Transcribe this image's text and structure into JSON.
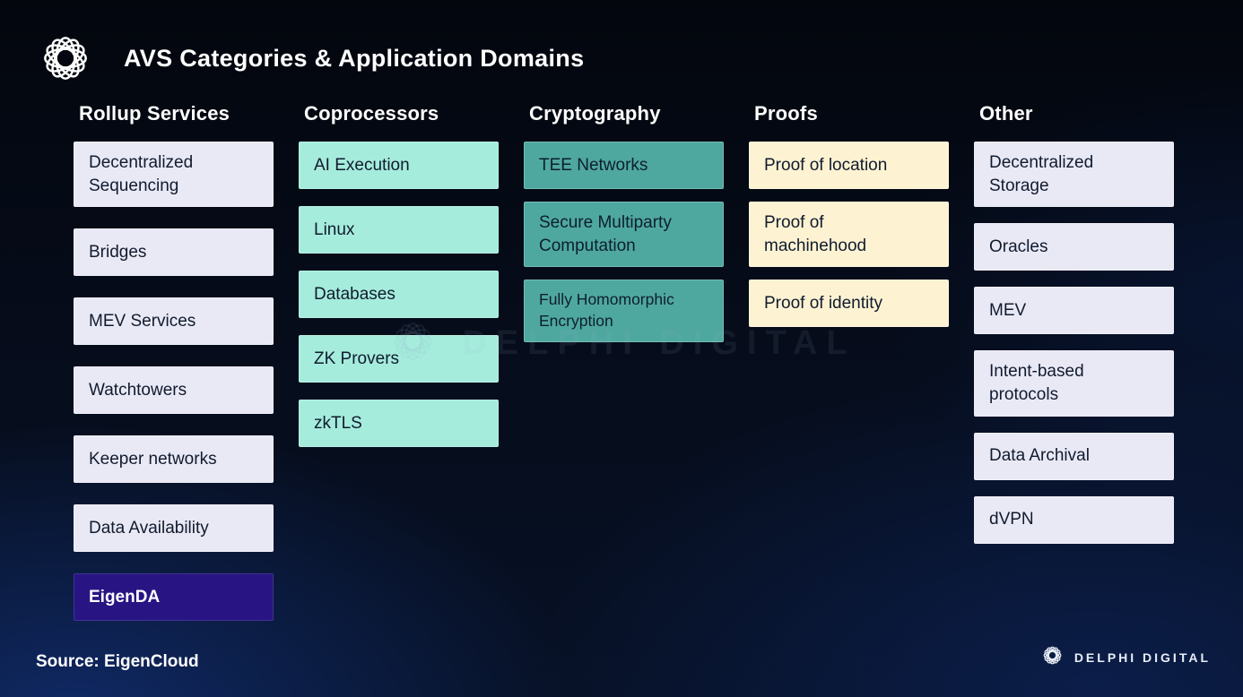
{
  "header": {
    "title": "AVS Categories & Application Domains"
  },
  "columns": [
    {
      "heading": "Rollup Services",
      "items": [
        "Decentralized\nSequencing",
        "Bridges",
        "MEV Services",
        "Watchtowers",
        "Keeper networks",
        "Data Availability",
        "EigenDA"
      ]
    },
    {
      "heading": "Coprocessors",
      "items": [
        "AI Execution",
        "Linux",
        "Databases",
        "ZK Provers",
        "zkTLS"
      ]
    },
    {
      "heading": "Cryptography",
      "items": [
        "TEE Networks",
        "Secure Multiparty\nComputation",
        "Fully Homomorphic\nEncryption"
      ]
    },
    {
      "heading": "Proofs",
      "items": [
        "Proof of location",
        "Proof of\nmachinehood",
        "Proof of identity"
      ]
    },
    {
      "heading": "Other",
      "items": [
        "Decentralized\nStorage",
        "Oracles",
        "MEV",
        "Intent-based\nprotocols",
        "Data Archival",
        "dVPN"
      ]
    }
  ],
  "watermark": {
    "text": "DELPHI DIGITAL"
  },
  "footer": {
    "source": "Source: EigenCloud",
    "brand": "DELPHI DIGITAL"
  },
  "colors": {
    "background": "#050b17",
    "blue_glow": "#1e50c8",
    "box_lavender": "#e9e9f6",
    "box_mint": "#a5ecdc",
    "box_teal": "#4fa8a0",
    "box_cream": "#fdf3d2",
    "box_eigenda": "#281583",
    "box_text": "#111b2e",
    "heading_text": "#ffffff"
  }
}
